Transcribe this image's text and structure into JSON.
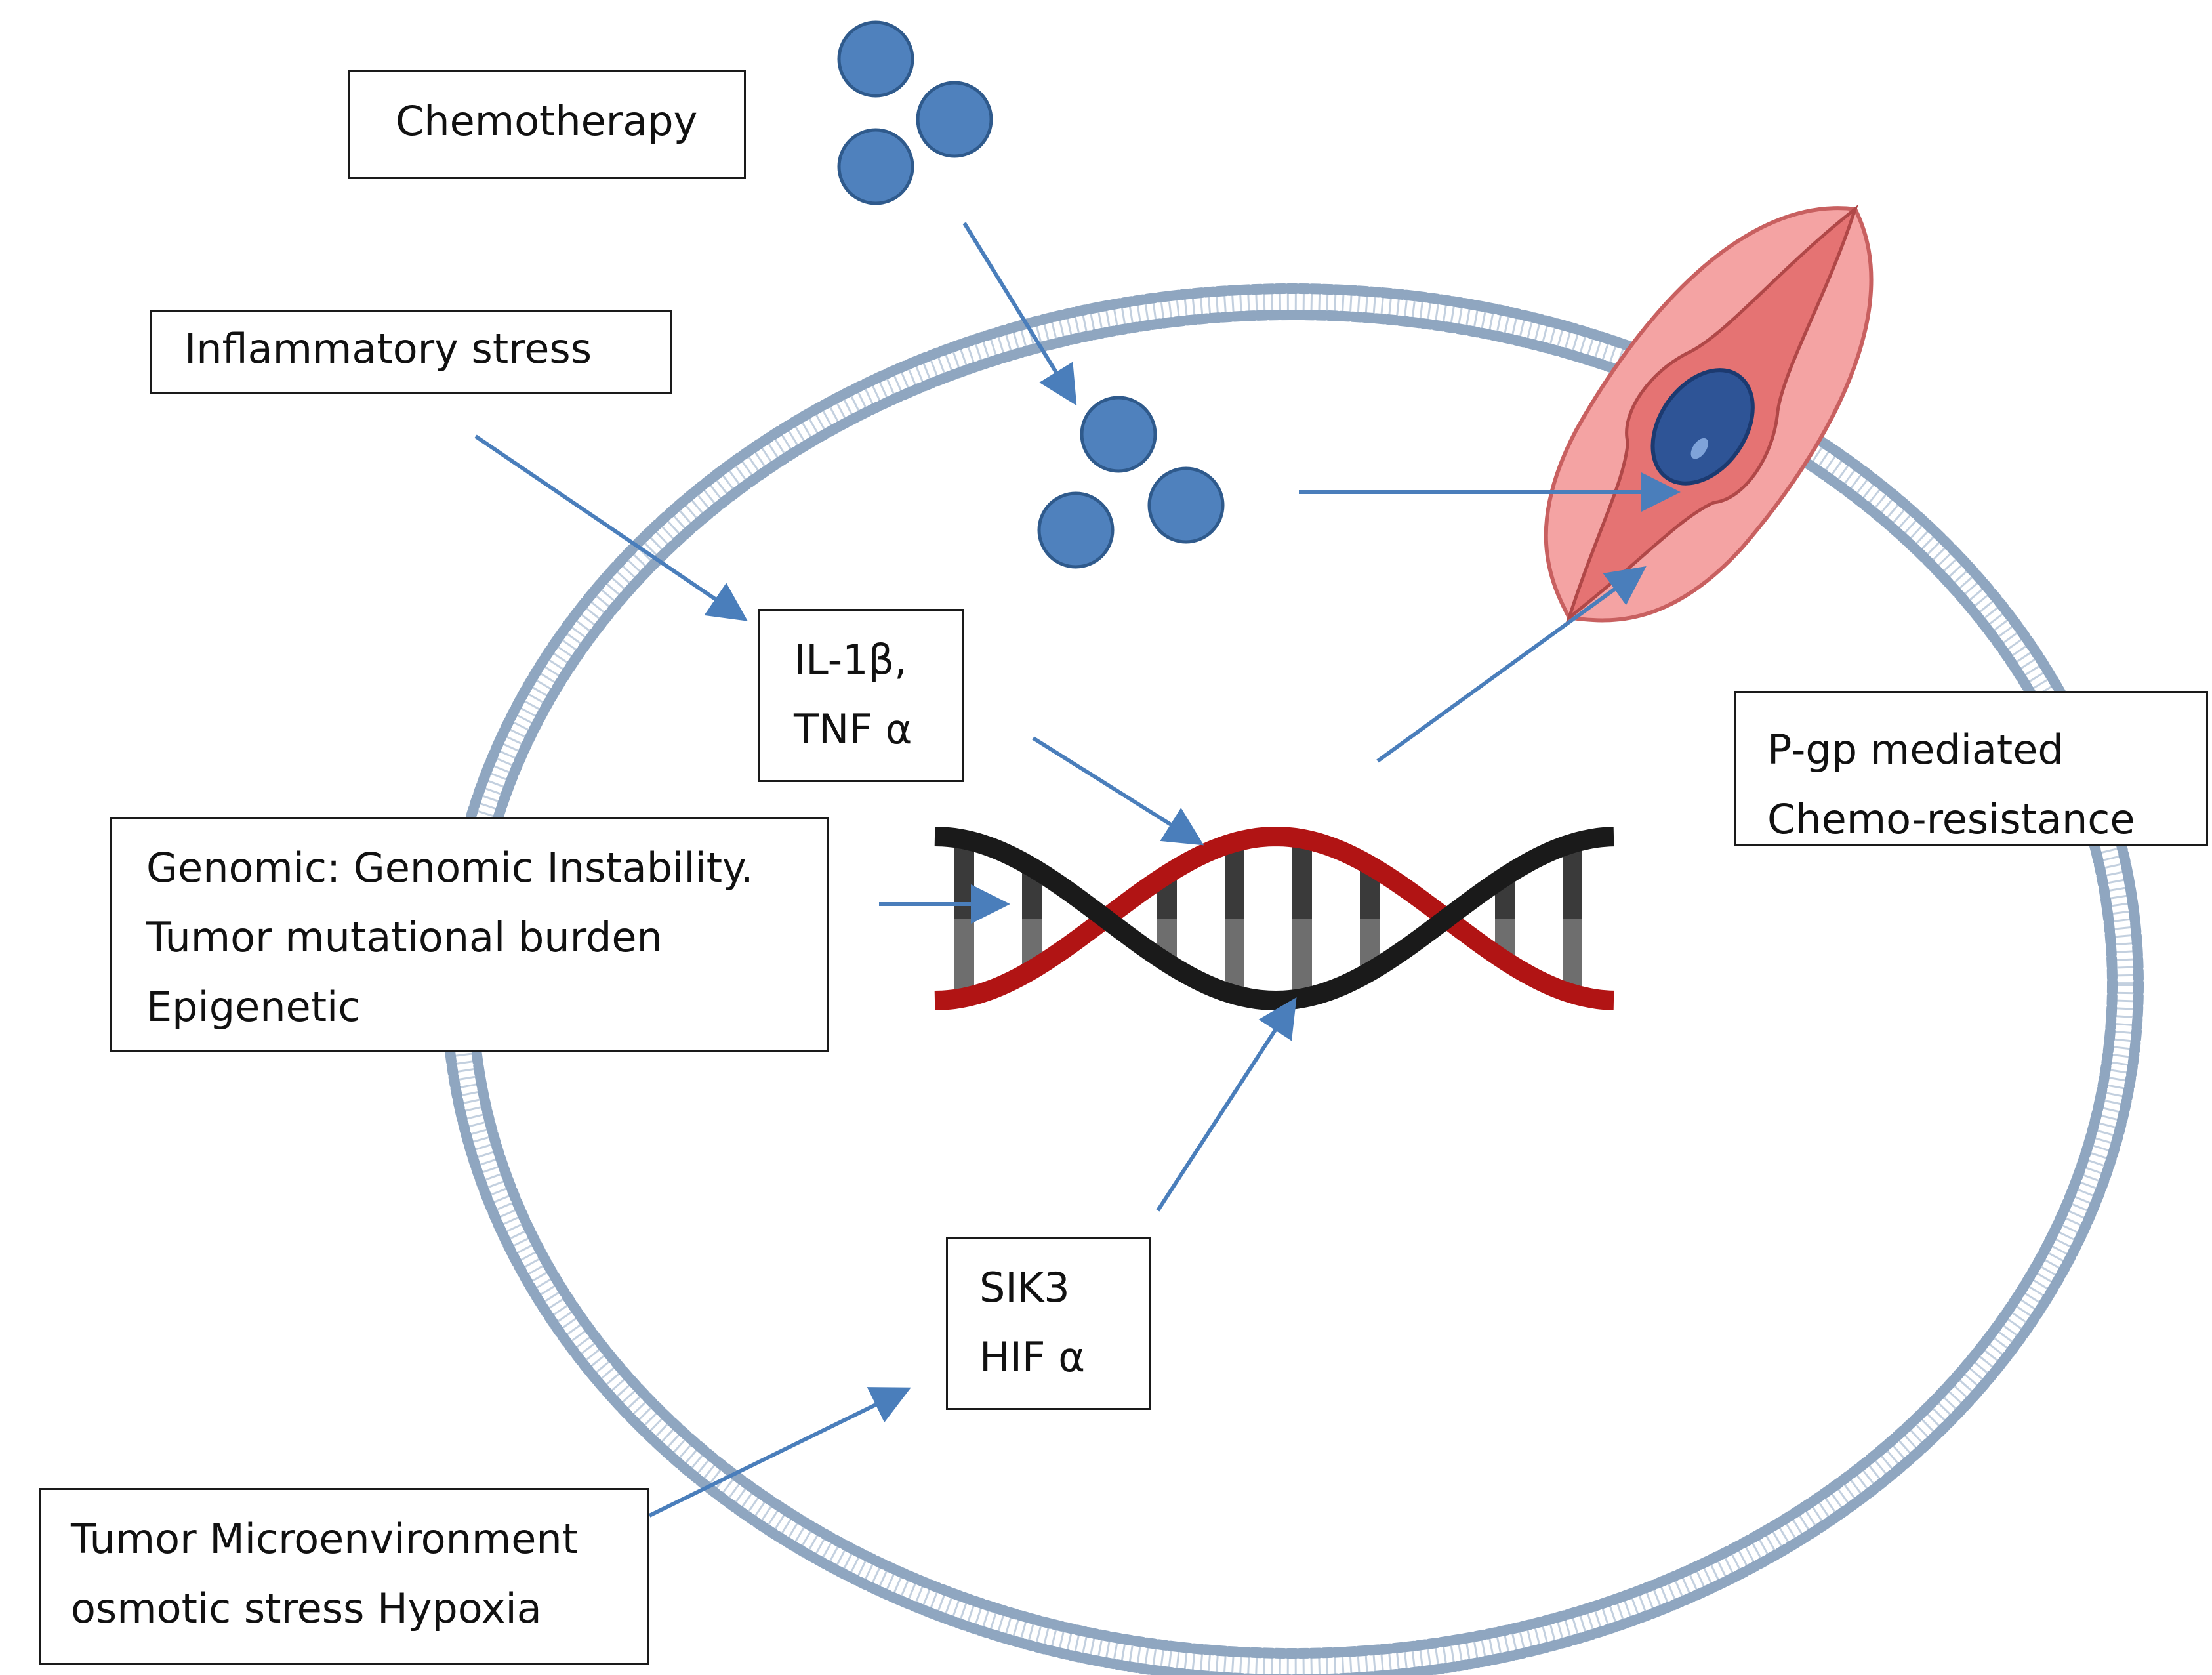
{
  "colors": {
    "arrow": "#4a7ebb",
    "membrane_dot": "#8fa6c0",
    "membrane_tail": "#c3d0df",
    "drug_particle": "#4f81bd",
    "drug_particle_edge": "#2f5a8c",
    "pgp_body": "#f4a3a3",
    "pgp_channel": "#e57373",
    "pgp_nucleus": "#2e5496",
    "dna_red": "#b11414",
    "dna_black": "#1a1a1a",
    "box_border": "#1a1a1a"
  },
  "icons": [
    "cell-membrane-icon",
    "drug-particle-icon",
    "pgp-transporter-icon",
    "dna-helix-icon"
  ],
  "labels": {
    "chemotherapy": [
      "Chemotherapy"
    ],
    "inflammatory": [
      "Inflammatory stress"
    ],
    "cytokines": [
      "IL-1β,",
      "TNF α"
    ],
    "genomic": [
      "Genomic: Genomic Instability.",
      "Tumor mutational burden",
      "Epigenetic"
    ],
    "pgp": [
      "P-gp mediated",
      "Chemo-resistance"
    ],
    "sik3": [
      "SIK3",
      "HIF α"
    ],
    "tumor": [
      "Tumor Microenvironment",
      "osmotic stress Hypoxia"
    ]
  }
}
